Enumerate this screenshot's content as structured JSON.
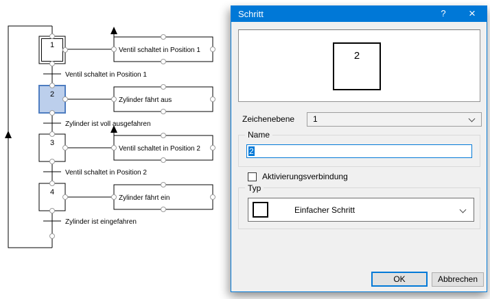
{
  "diagram": {
    "steps": [
      {
        "label": "1",
        "initial": true,
        "selected": false,
        "action": "Ventil schaltet in Position 1"
      },
      {
        "label": "2",
        "initial": false,
        "selected": true,
        "action": "Zylinder fährt aus"
      },
      {
        "label": "3",
        "initial": false,
        "selected": false,
        "action": "Ventil schaltet in Position 2"
      },
      {
        "label": "4",
        "initial": false,
        "selected": false,
        "action": "Zylinder fährt ein"
      }
    ],
    "transitions": [
      "Ventil schaltet in Position 1",
      "Zylinder ist voll ausgefahren",
      "Ventil schaltet in Position 2",
      "Zylinder ist eingefahren"
    ],
    "colors": {
      "selected_step_fill": "#bccfec",
      "selected_step_border": "#4d7cc0"
    }
  },
  "dialog": {
    "title": "Schritt",
    "help_label": "?",
    "close_label": "×",
    "preview_step_label": "2",
    "zeichenebene": {
      "label": "Zeichenebene",
      "value": "1"
    },
    "name_group": {
      "label": "Name",
      "value": "2"
    },
    "checkbox": {
      "label": "Aktivierungsverbindung",
      "checked": false
    },
    "typ_group": {
      "label": "Typ",
      "value": "Einfacher Schritt"
    },
    "ok_label": "OK",
    "cancel_label": "Abbrechen",
    "accent_color": "#0078d7"
  }
}
